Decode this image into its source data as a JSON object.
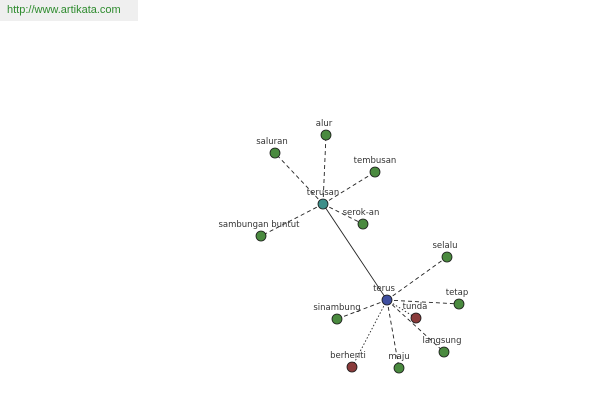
{
  "watermark": "http://www.artikata.com",
  "colors": {
    "hub_terusan": "#3d8f8a",
    "hub_terus": "#3f4fa0",
    "leaf_green": "#4a8a3f",
    "leaf_red": "#8a3b3b",
    "edge": "#222222"
  },
  "graph": {
    "nodes": [
      {
        "id": "terusan",
        "label": "terusan",
        "kind": "hub_terusan"
      },
      {
        "id": "terus",
        "label": "terus",
        "kind": "hub_terus"
      },
      {
        "id": "alur",
        "label": "alur",
        "kind": "leaf_green"
      },
      {
        "id": "saluran",
        "label": "saluran",
        "kind": "leaf_green"
      },
      {
        "id": "tembusan",
        "label": "tembusan",
        "kind": "leaf_green"
      },
      {
        "id": "serok-an",
        "label": "serok-an",
        "kind": "leaf_green"
      },
      {
        "id": "sambungan-buntut",
        "label": "sambungan buntut",
        "kind": "leaf_green"
      },
      {
        "id": "selalu",
        "label": "selalu",
        "kind": "leaf_green"
      },
      {
        "id": "tetap",
        "label": "tetap",
        "kind": "leaf_green"
      },
      {
        "id": "tunda",
        "label": "tunda",
        "kind": "leaf_red"
      },
      {
        "id": "langsung",
        "label": "langsung",
        "kind": "leaf_green"
      },
      {
        "id": "sinambung",
        "label": "sinambung",
        "kind": "leaf_green"
      },
      {
        "id": "berhenti",
        "label": "berhenti",
        "kind": "leaf_red"
      },
      {
        "id": "maju",
        "label": "maju",
        "kind": "leaf_green"
      }
    ],
    "edges": [
      {
        "from": "terusan",
        "to": "terus",
        "style": "solid"
      },
      {
        "from": "terusan",
        "to": "alur",
        "style": "dashed"
      },
      {
        "from": "terusan",
        "to": "saluran",
        "style": "dashed"
      },
      {
        "from": "terusan",
        "to": "tembusan",
        "style": "dashed"
      },
      {
        "from": "terusan",
        "to": "serok-an",
        "style": "dashed"
      },
      {
        "from": "terusan",
        "to": "sambungan-buntut",
        "style": "dashed"
      },
      {
        "from": "terus",
        "to": "selalu",
        "style": "dashed"
      },
      {
        "from": "terus",
        "to": "tetap",
        "style": "dashed"
      },
      {
        "from": "terus",
        "to": "tunda",
        "style": "dotted"
      },
      {
        "from": "terus",
        "to": "langsung",
        "style": "dashed"
      },
      {
        "from": "terus",
        "to": "sinambung",
        "style": "dashed"
      },
      {
        "from": "terus",
        "to": "berhenti",
        "style": "dotted"
      },
      {
        "from": "terus",
        "to": "maju",
        "style": "dashed"
      }
    ]
  }
}
